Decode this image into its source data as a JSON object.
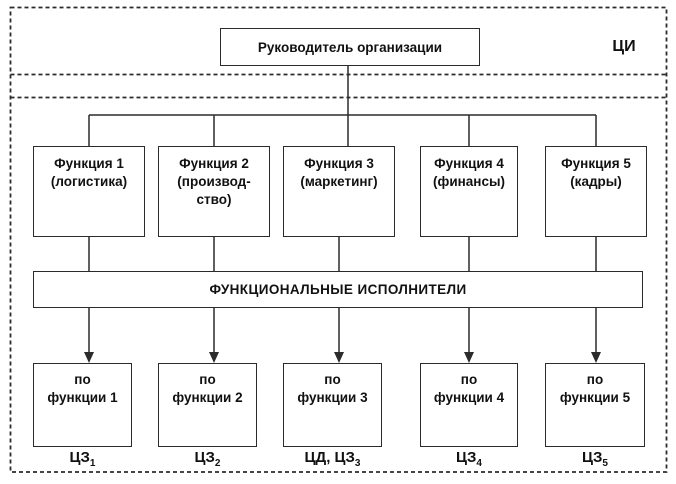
{
  "diagram": {
    "zone_label": "ЦИ",
    "root_label": "Руководитель организации",
    "functions": [
      {
        "label": "Функция 1\n(логистика)"
      },
      {
        "label": "Функция 2\n(производ-\nство)"
      },
      {
        "label": "Функция 3\n(маркетинг)"
      },
      {
        "label": "Функция 4\n(финансы)"
      },
      {
        "label": "Функция 5\n(кадры)"
      }
    ],
    "executors_label": "ФУНКЦИОНАЛЬНЫЕ ИСПОЛНИТЕЛИ",
    "performers": [
      {
        "label": "по\nфункции 1",
        "tag_prefix": "",
        "tag_base": "ЦЗ",
        "tag_sub": "1"
      },
      {
        "label": "по\nфункции 2",
        "tag_prefix": "",
        "tag_base": "ЦЗ",
        "tag_sub": "2"
      },
      {
        "label": "по\nфункции 3",
        "tag_prefix": "ЦД, ",
        "tag_base": "ЦЗ",
        "tag_sub": "3"
      },
      {
        "label": "по\nфункции 4",
        "tag_prefix": "",
        "tag_base": "ЦЗ",
        "tag_sub": "4"
      },
      {
        "label": "по\nфункции 5",
        "tag_prefix": "",
        "tag_base": "ЦЗ",
        "tag_sub": "5"
      }
    ],
    "colors": {
      "line": "#2b2b2b",
      "text": "#111111",
      "background": "#ffffff"
    }
  }
}
